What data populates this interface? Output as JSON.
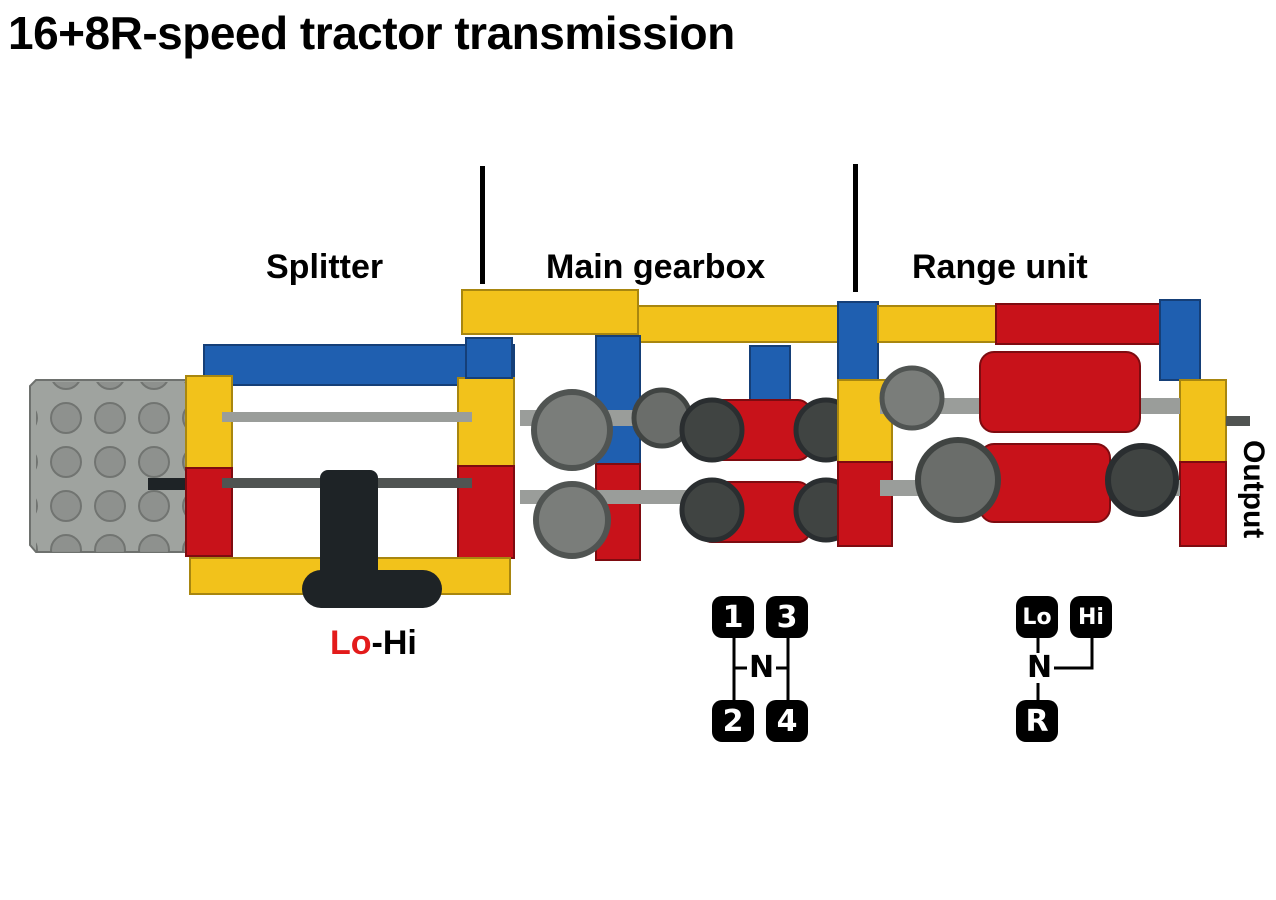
{
  "title": "16+8R-speed tractor transmission",
  "sections": {
    "splitter": "Splitter",
    "main_gearbox": "Main gearbox",
    "range_unit": "Range unit"
  },
  "output_label": "Output",
  "splitter_lever": {
    "lo": "Lo",
    "sep": "-",
    "hi": "Hi"
  },
  "main_shift_pattern": {
    "gear_1": "1",
    "gear_2": "2",
    "gear_3": "3",
    "gear_4": "4",
    "neutral": "N"
  },
  "range_shift_pattern": {
    "lo": "Lo",
    "hi": "Hi",
    "reverse": "R",
    "neutral": "N"
  },
  "colors": {
    "yellow": "#f2c21b",
    "blue": "#1f5fb0",
    "red": "#c8121a",
    "gray": "#9a9d9a",
    "dark_gray": "#505452",
    "black": "#1e2326",
    "lo_text": "#e31b1b"
  }
}
